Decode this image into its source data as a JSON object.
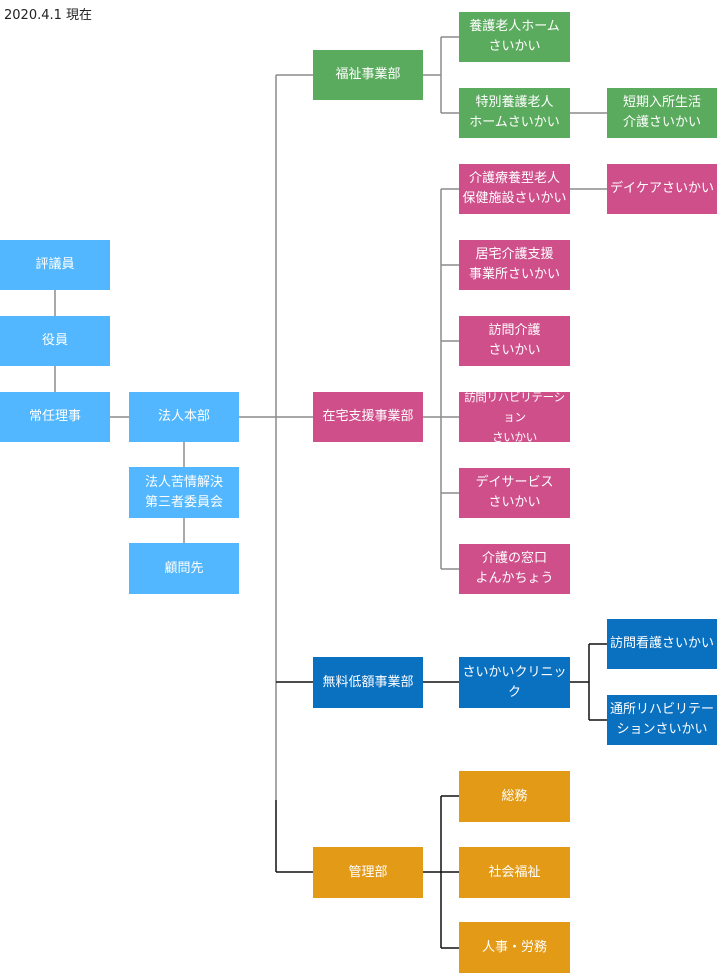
{
  "date_label": "2020.4.1 現在",
  "nodes": {
    "hyogiin": "評議員",
    "yakuin": "役員",
    "jonin": "常任理事",
    "honbu": "法人本部",
    "kujo": "法人苦情解決\n第三者委員会",
    "komon": "顧問先",
    "fukushi": "福祉事業部",
    "yogo": "養護老人ホーム\nさいかい",
    "tokubetsu": "特別養護老人\nホームさいかい",
    "tanki": "短期入所生活\n介護さいかい",
    "zaitaku": "在宅支援事業部",
    "kaigoryoyo": "介護療養型老人\n保健施設さいかい",
    "daycare": "デイケアさいかい",
    "kyotaku": "居宅介護支援\n事業所さいかい",
    "homon_kaigo": "訪問介護\nさいかい",
    "homon_reha": "訪問リハビリテーション\nさいかい",
    "day_service": "デイサービス\nさいかい",
    "madoguchi": "介護の窓口\nよんかちょう",
    "muryo": "無料低額事業部",
    "clinic": "さいかいクリニック",
    "homon_kango": "訪問看護さいかい",
    "tsusho_reha": "通所リハビリテー\nションさいかい",
    "kanri": "管理部",
    "somu": "総務",
    "shakai": "社会福祉",
    "jinji": "人事・労務"
  },
  "colors": {
    "headquarters": "#52b7fe",
    "welfare": "#5bab5e",
    "home_support": "#cf4f8b",
    "low_cost": "#0a70c0",
    "management": "#e39a17",
    "connector_gray": "#8c8c8c",
    "connector_black": "#111111"
  }
}
